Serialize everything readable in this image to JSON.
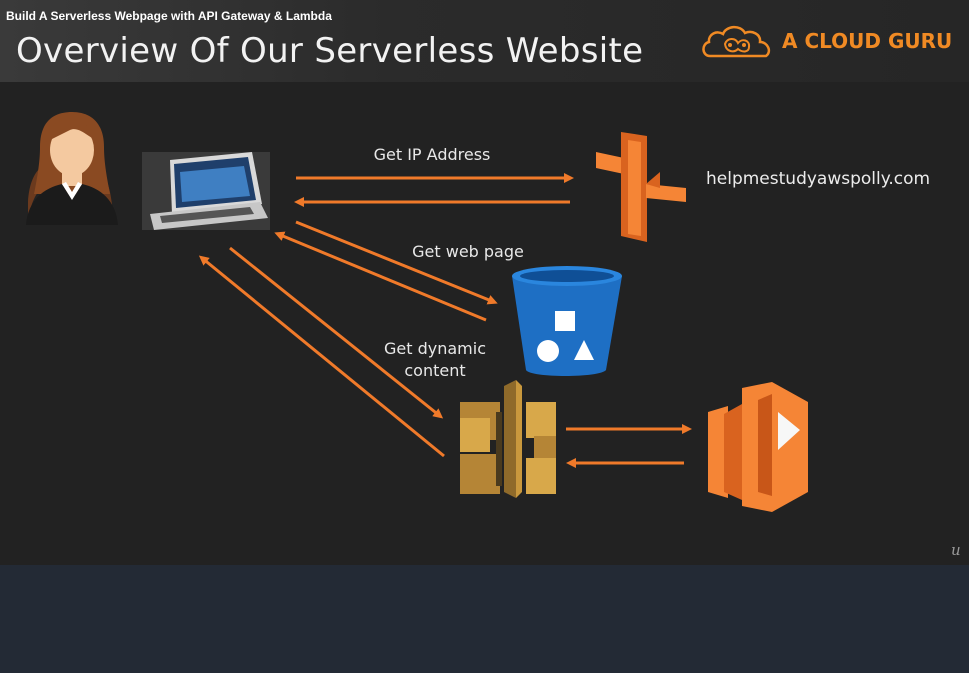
{
  "video": {
    "course_title": "Build A Serverless Webpage with API Gateway & Lambda",
    "slide_title": "Overview Of Our Serverless Website",
    "brand": {
      "name": "A CLOUD GURU",
      "icon": "cloud-logo-icon",
      "color": "#f08a24"
    },
    "watermark": "u"
  },
  "diagram": {
    "nodes": {
      "user": {
        "icon": "user-avatar-icon"
      },
      "laptop": {
        "icon": "laptop-icon"
      },
      "route53": {
        "icon": "route53-icon",
        "domain": "helpmestudyawspolly.com"
      },
      "s3": {
        "icon": "s3-bucket-icon"
      },
      "api_gateway": {
        "icon": "api-gateway-icon"
      },
      "lambda": {
        "icon": "lambda-icon"
      }
    },
    "labels": {
      "ip": "Get IP Address",
      "web": "Get web page",
      "dynamic_line1": "Get dynamic",
      "dynamic_line2": "content"
    },
    "arrow_color": "#f07a2a"
  }
}
